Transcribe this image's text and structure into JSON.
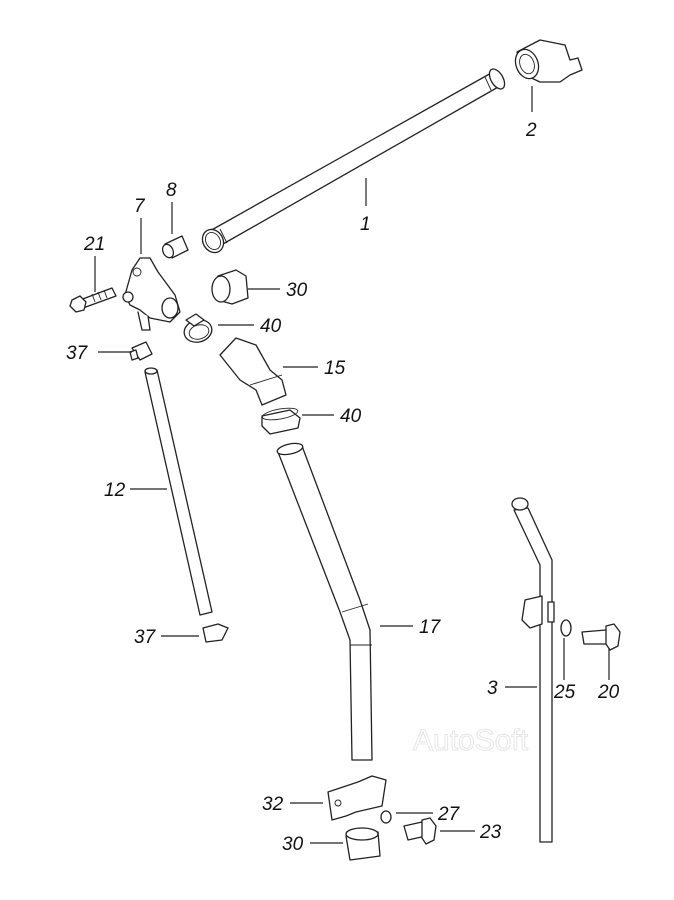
{
  "diagram": {
    "type": "exploded-parts-diagram",
    "watermark": "AutoSoft",
    "callouts": [
      {
        "id": "c1",
        "number": "1",
        "part": "long-pipe"
      },
      {
        "id": "c2",
        "number": "2",
        "part": "pipe-elbow-fitting"
      },
      {
        "id": "c7",
        "number": "7",
        "part": "manifold-fitting"
      },
      {
        "id": "c8",
        "number": "8",
        "part": "bushing"
      },
      {
        "id": "c21",
        "number": "21",
        "part": "bolt"
      },
      {
        "id": "c30a",
        "number": "30",
        "part": "cap"
      },
      {
        "id": "c40a",
        "number": "40",
        "part": "hose-clamp"
      },
      {
        "id": "c37a",
        "number": "37",
        "part": "hose-clip"
      },
      {
        "id": "c15",
        "number": "15",
        "part": "elbow-hose"
      },
      {
        "id": "c40b",
        "number": "40",
        "part": "hose-clamp"
      },
      {
        "id": "c12",
        "number": "12",
        "part": "small-tube"
      },
      {
        "id": "c37b",
        "number": "37",
        "part": "hose-clip"
      },
      {
        "id": "c17",
        "number": "17",
        "part": "bent-pipe"
      },
      {
        "id": "c3",
        "number": "3",
        "part": "dipstick-tube"
      },
      {
        "id": "c25",
        "number": "25",
        "part": "lock-washer"
      },
      {
        "id": "c20",
        "number": "20",
        "part": "bolt"
      },
      {
        "id": "c32",
        "number": "32",
        "part": "pipe-bracket"
      },
      {
        "id": "c27",
        "number": "27",
        "part": "washer"
      },
      {
        "id": "c23",
        "number": "23",
        "part": "bolt"
      },
      {
        "id": "c30b",
        "number": "30",
        "part": "cap"
      }
    ]
  }
}
